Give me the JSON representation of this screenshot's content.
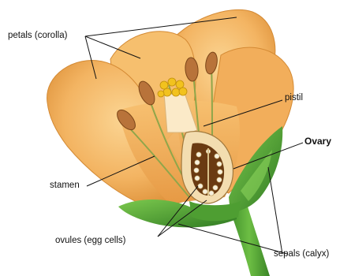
{
  "diagram": {
    "labels": {
      "petals": "petals (corolla)",
      "pistil": "pistil",
      "ovary": "Ovary",
      "stamen": "stamen",
      "ovules": "ovules (egg cells)",
      "sepals": "sepals (calyx)"
    },
    "colors": {
      "petal_light": "#F8C878",
      "petal_mid": "#F0A850",
      "petal_dark": "#D98A30",
      "sepal_green": "#5AAE3A",
      "sepal_dark": "#2F7A22",
      "anther": "#B8733A",
      "pollen": "#F2C21E",
      "leader_line": "#111111"
    }
  }
}
